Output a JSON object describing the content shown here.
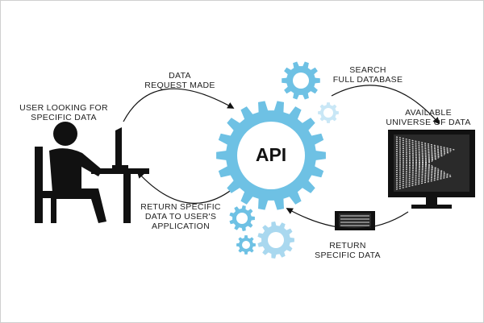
{
  "center": {
    "label": "API"
  },
  "nodes": {
    "user": {
      "lines": [
        "USER LOOKING FOR",
        "SPECIFIC DATA"
      ]
    },
    "universe": {
      "lines": [
        "AVAILABLE",
        "UNIVERSE OF DATA"
      ]
    }
  },
  "edges": {
    "request": {
      "lines": [
        "DATA",
        "REQUEST MADE"
      ]
    },
    "search": {
      "lines": [
        "SEARCH",
        "FULL DATABASE"
      ]
    },
    "return_data": {
      "lines": [
        "RETURN",
        "SPECIFIC DATA"
      ]
    },
    "return_user": {
      "lines": [
        "RETURN SPECIFIC",
        "DATA TO USER'S",
        "APPLICATION"
      ]
    }
  },
  "colors": {
    "gear_primary": "#6ec1e4",
    "gear_secondary": "#a9d8ef",
    "gear_light": "#c9e7f6",
    "ink": "#111111",
    "text": "#222222"
  },
  "icons": [
    "user-at-computer-icon",
    "monitor-icon",
    "tablet-icon",
    "gear-icon"
  ]
}
